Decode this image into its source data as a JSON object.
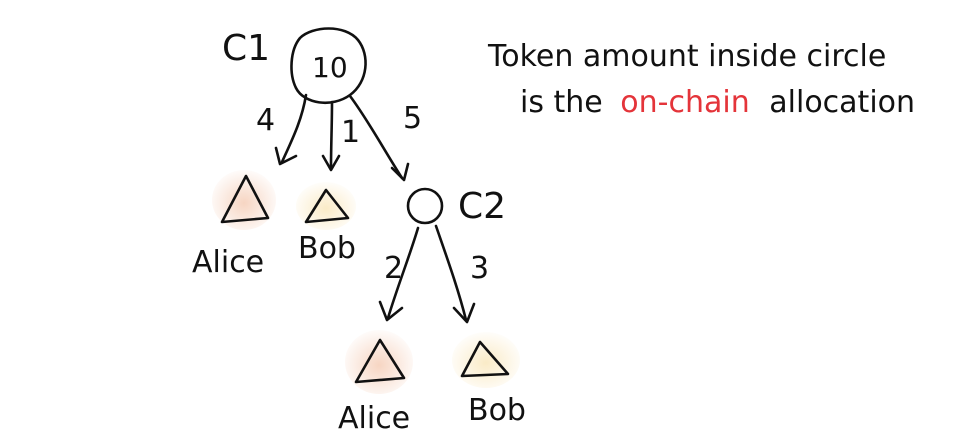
{
  "colors": {
    "c1_fill": "#a9d6f5",
    "c2_fill": "#d8a6ef",
    "alice_fill": "#f4c3a6",
    "alice_glow": "#f6d3bf",
    "bob_fill": "#f5dfa8",
    "bob_glow": "#faeac4",
    "ink": "#111111",
    "highlight_red": "#e4343a",
    "c1_value_color": "#d9484f"
  },
  "nodes": {
    "c1": {
      "label": "C1",
      "amount": "10"
    },
    "c2": {
      "label": "C2"
    }
  },
  "edges": {
    "c1_to_alice": "4",
    "c1_to_bob": "1",
    "c1_to_c2": "5",
    "c2_to_alice": "2",
    "c2_to_bob": "3"
  },
  "leaves": {
    "top_alice": "Alice",
    "top_bob": "Bob",
    "bottom_alice": "Alice",
    "bottom_bob": "Bob"
  },
  "note": {
    "line1": "Token amount inside circle",
    "line2_before": "is the",
    "line2_highlight": "on-chain",
    "line2_after": "allocation"
  }
}
